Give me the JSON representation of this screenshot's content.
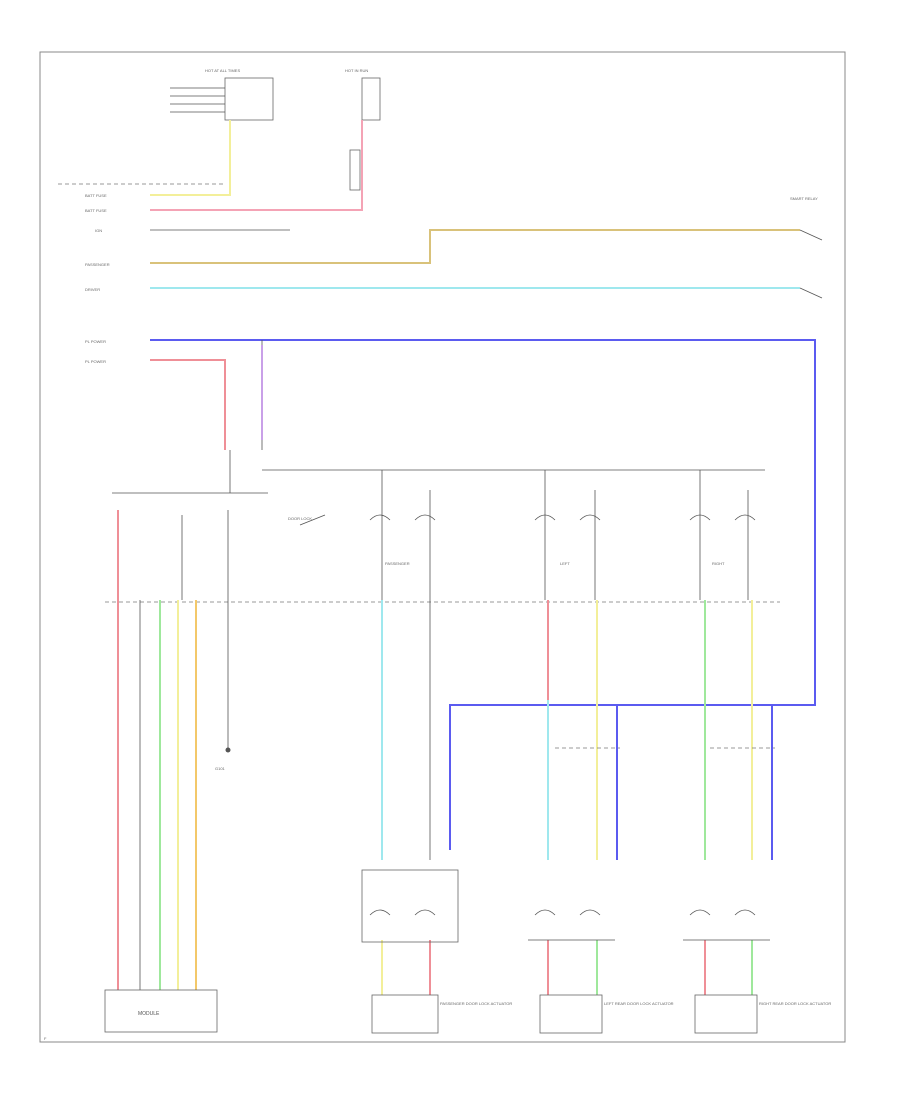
{
  "diagram": {
    "colors": {
      "yellow": "#f3ef9a",
      "pink": "#f4a3b5",
      "tan": "#d9c27a",
      "cyan": "#9fe8ee",
      "blue": "#5b5bf0",
      "red": "#ef8f97",
      "green": "#9fe89c",
      "gray": "#999999"
    },
    "labels": {
      "top_fuse_a": "HOT AT ALL TIMES",
      "top_fuse_b": "HOT IN RUN",
      "left_bus_1": "BATT FUSE",
      "left_bus_2": "BATT FUSE",
      "left_bus_3": "IGN",
      "left_bus_4": "PASSENGER",
      "left_bus_5": "DRIVER",
      "left_bus_6": "PL POWER",
      "left_bus_7": "PL POWER",
      "relay_label": "SMART RELAY",
      "switch_left": "DOOR LOCK",
      "switch_pass": "PASSENGER",
      "switch_lf": "LEFT",
      "switch_rf": "RIGHT",
      "ground_label": "G101",
      "bottom_left_module": "MODULE",
      "actuator_1": "PASSENGER DOOR LOCK ACTUATOR",
      "actuator_2": "LEFT REAR DOOR LOCK ACTUATOR",
      "actuator_3": "RIGHT REAR DOOR LOCK ACTUATOR",
      "corner_code": "F"
    }
  }
}
